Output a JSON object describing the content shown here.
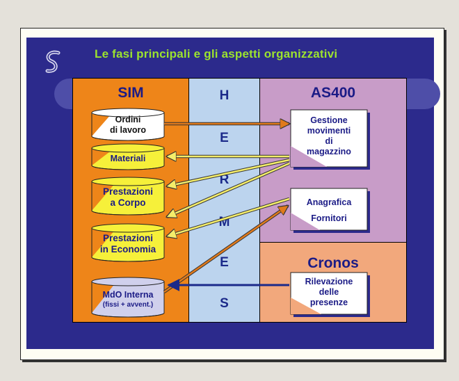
{
  "title": "Le fasi principali e gli aspetti organizzativi",
  "sections": {
    "sim": "SIM",
    "as400": "AS400",
    "cronos": "Cronos"
  },
  "hermes_letters": [
    "H",
    "E",
    "R",
    "M",
    "E",
    "S"
  ],
  "sim_items": [
    {
      "line1": "Ordini",
      "line2": "di lavoro"
    },
    {
      "line1": "Materiali",
      "line2": ""
    },
    {
      "line1": "Prestazioni",
      "line2": "a Corpo"
    },
    {
      "line1": "Prestazioni",
      "line2": "in Economia"
    },
    {
      "line1": "MdO Interna",
      "line2": "(fissi + avvent.)"
    }
  ],
  "as400_items": [
    {
      "lines": [
        "Gestione",
        "movimenti",
        "di",
        "magazzino"
      ]
    },
    {
      "lines": [
        "Anagrafica",
        "Fornitori"
      ]
    }
  ],
  "cronos_items": [
    {
      "lines": [
        "Rilevazione",
        "delle",
        "presenze"
      ]
    }
  ],
  "colors": {
    "background": "#2c2a8c",
    "title": "#9ce32e",
    "sim": "#ee8519",
    "hermes": "#bcd4ee",
    "as400": "#c89cc8",
    "cronos": "#f2a87c",
    "arrow_yellow": "#f5ee6a",
    "arrow_orange": "#e07a1c",
    "arrow_blue": "#1b2a8a"
  }
}
